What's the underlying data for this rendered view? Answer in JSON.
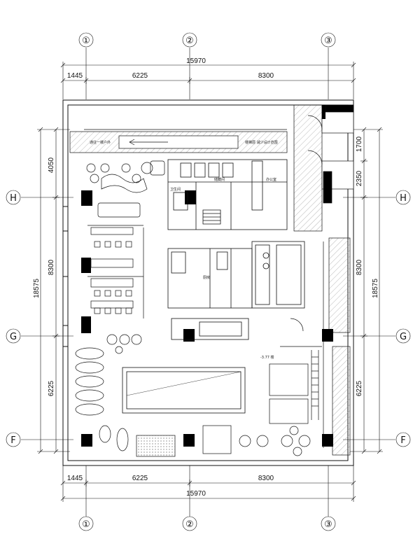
{
  "grid_axes": {
    "columns": [
      "①",
      "②",
      "③"
    ],
    "rows": [
      "H",
      "G",
      "F"
    ]
  },
  "dimensions": {
    "top_total": "15970",
    "top_segments": [
      "1445",
      "6225",
      "8300"
    ],
    "bottom_total": "15970",
    "bottom_segments": [
      "1445",
      "6225",
      "8300"
    ],
    "left_total": "18575",
    "left_segments": [
      "4050",
      "8300",
      "6225"
    ],
    "right_total": "18575",
    "right_segments": [
      "1700",
      "2350",
      "8300",
      "6225"
    ]
  },
  "labels": {
    "ramp_left": "通往一楼户外",
    "ramp_right": "楼梯层 减少设计范围",
    "storage": "储藏间",
    "office": "办公室",
    "kitchen": "厨房",
    "restroom": "卫生间",
    "level_mark": "-3.77 楼"
  },
  "colors": {
    "line": "#111111",
    "hatch": "#888888",
    "column": "#000000"
  }
}
